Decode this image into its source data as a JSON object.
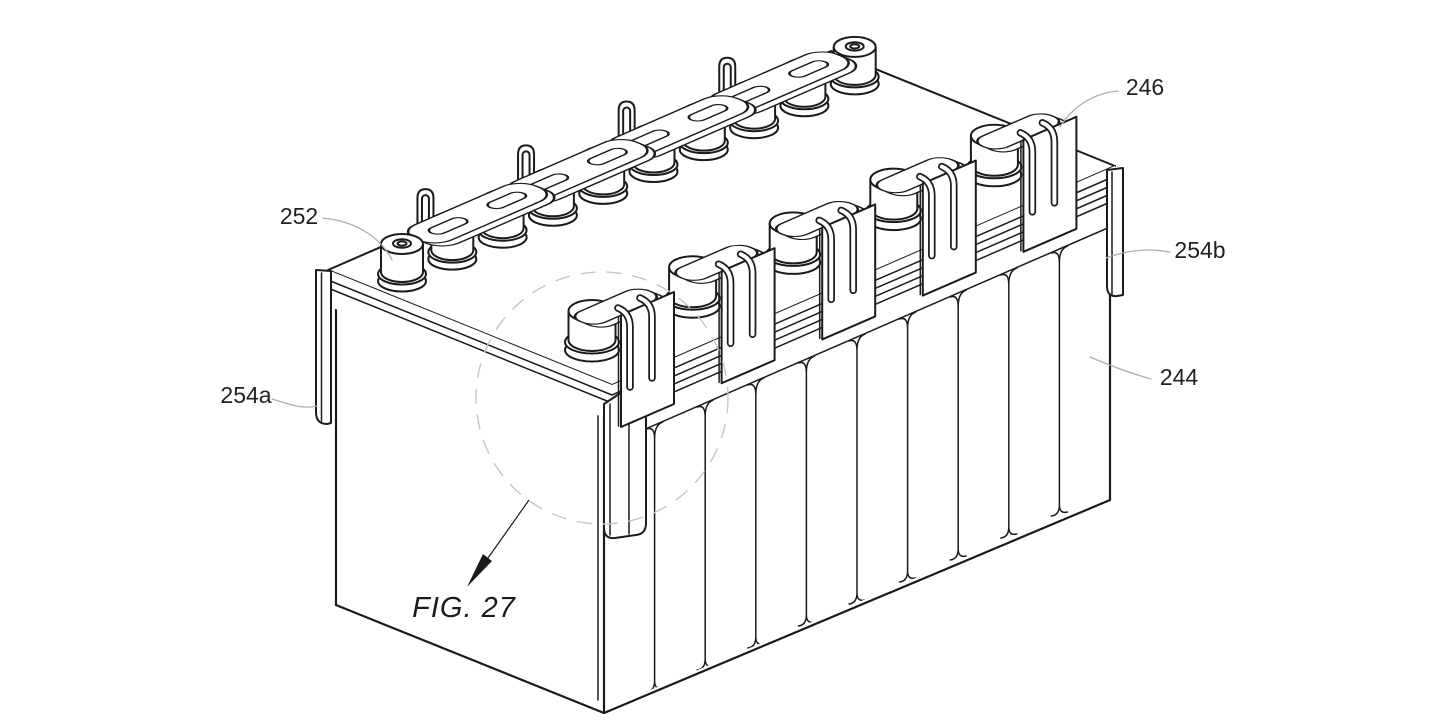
{
  "figure": {
    "caption": "FIG. 27",
    "labels": {
      "terminal_post": "252",
      "side_plate_left": "254a",
      "side_plate_right": "254b",
      "fuse_clip": "246",
      "battery_cell": "244"
    },
    "colors": {
      "background": "#ffffff",
      "line": "#1b1b1b",
      "leader_line": "#adadad",
      "detail_circle": "#c6c6c6",
      "label_text": "#222222"
    }
  }
}
